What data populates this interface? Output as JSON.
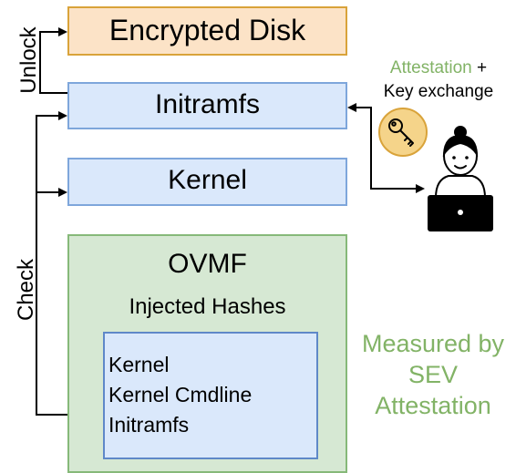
{
  "boxes": {
    "encrypted_disk": "Encrypted Disk",
    "initramfs": "Initramfs",
    "kernel": "Kernel",
    "ovmf": "OVMF",
    "injected_hashes": "Injected Hashes",
    "hash_items": [
      "Kernel",
      "Kernel Cmdline",
      "Initramfs"
    ]
  },
  "labels": {
    "unlock": "Unlock",
    "check": "Check",
    "attestation": "Attestation",
    "plus": " +",
    "key_exchange": "Key exchange",
    "measured_by": [
      "Measured by",
      "SEV",
      "Attestation"
    ]
  },
  "icons": [
    "key-icon",
    "user-laptop-icon"
  ],
  "colors": {
    "disk_fill": "#fce3c7",
    "disk_border": "#d9a33a",
    "blue_fill": "#dae8fb",
    "blue_border": "#7ea6db",
    "green_fill": "#d6e8d3",
    "green_border": "#86b979",
    "green_text": "#82b366",
    "key_fill": "#f5d48a"
  }
}
